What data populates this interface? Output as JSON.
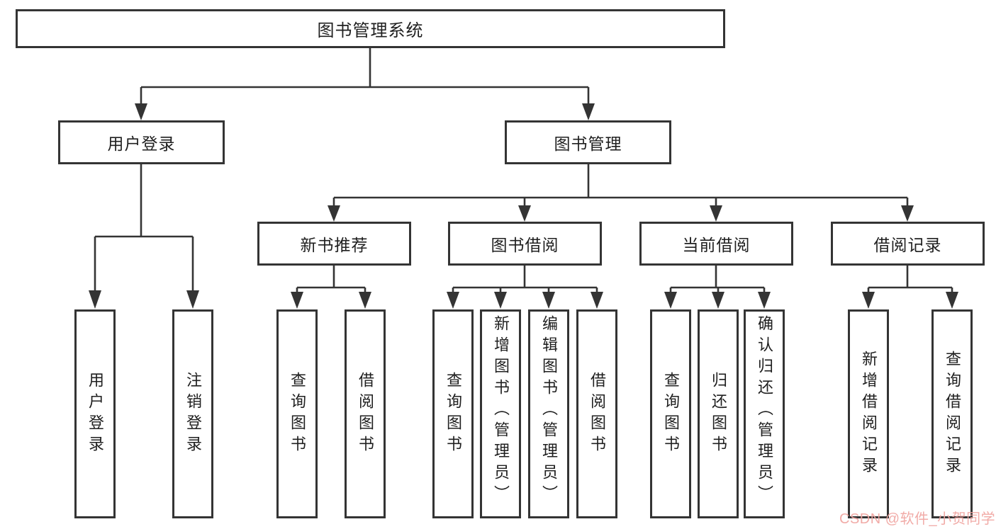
{
  "diagram": {
    "title": "图书管理系统",
    "level1": [
      {
        "label": "用户登录"
      },
      {
        "label": "图书管理"
      }
    ],
    "level2": [
      {
        "label": "新书推荐",
        "parent": "图书管理"
      },
      {
        "label": "图书借阅",
        "parent": "图书管理"
      },
      {
        "label": "当前借阅",
        "parent": "图书管理"
      },
      {
        "label": "借阅记录",
        "parent": "图书管理"
      }
    ],
    "leaves": [
      {
        "label": "用户登录",
        "parent": "用户登录"
      },
      {
        "label": "注销登录",
        "parent": "用户登录"
      },
      {
        "label": "查询图书",
        "parent": "新书推荐"
      },
      {
        "label": "借阅图书",
        "parent": "新书推荐"
      },
      {
        "label": "查询图书",
        "parent": "图书借阅"
      },
      {
        "label": "新增图书（管理员）",
        "parent": "图书借阅"
      },
      {
        "label": "编辑图书（管理员）",
        "parent": "图书借阅"
      },
      {
        "label": "借阅图书",
        "parent": "图书借阅"
      },
      {
        "label": "查询图书",
        "parent": "当前借阅"
      },
      {
        "label": "归还图书",
        "parent": "当前借阅"
      },
      {
        "label": "确认归还（管理员）",
        "parent": "当前借阅"
      },
      {
        "label": "新增借阅记录",
        "parent": "借阅记录"
      },
      {
        "label": "查询借阅记录",
        "parent": "借阅记录"
      }
    ]
  },
  "watermark": {
    "text": "CSDN @软件_小贺同学",
    "color": "#f0a4a0"
  },
  "colors": {
    "line": "#343434",
    "border": "#343434",
    "text": "#1f1f1f",
    "background": "#ffffff"
  }
}
